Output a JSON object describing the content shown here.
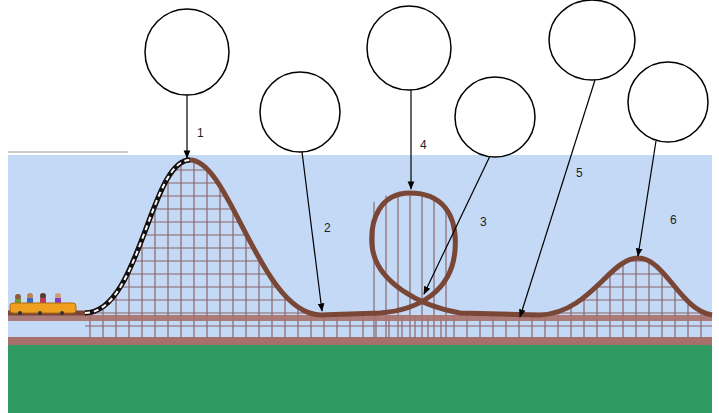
{
  "diagram": {
    "labels": [
      "1",
      "2",
      "4",
      "3",
      "5",
      "6"
    ]
  }
}
